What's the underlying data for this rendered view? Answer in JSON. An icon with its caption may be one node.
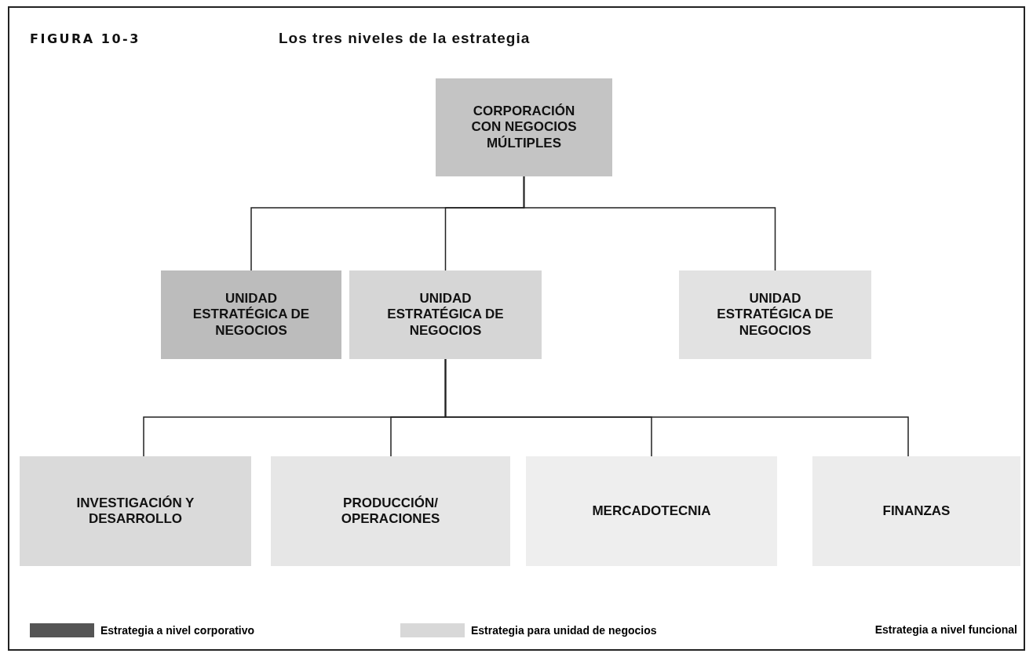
{
  "diagram": {
    "title": "Los tres niveles de la estrategia",
    "nodes": [
      {
        "text": [
          "CORPORACIÓN CON NEGOCIOS MÚLTIPLES"
        ]
      },
      {
        "text": [
          "UNIDAD ESTRATÉGICA DE NEGOCIOS"
        ]
      },
      {
        "text": [
          "UNIDAD ESTRATÉGICA DE NEGOCIOS"
        ]
      },
      {
        "text": [
          "UNIDAD ESTRATÉGICA DE NEGOCIOS"
        ]
      },
      {
        "text": [
          "INVESTIGACIÓN Y DESARROLLO"
        ]
      },
      {
        "text": [
          "PRODUCCIÓN/ OPERACIONES"
        ]
      },
      {
        "text": [
          "MERCADOTECNIA"
        ]
      },
      {
        "text": [
          "FINANZAS"
        ]
      }
    ],
    "edges": [
      {
        "from": 0,
        "to": 1,
        "arrow": "none"
      },
      {
        "from": 0,
        "to": 2,
        "arrow": "none"
      },
      {
        "from": 0,
        "to": 3,
        "arrow": "none"
      },
      {
        "from": 2,
        "to": 4,
        "arrow": "none"
      },
      {
        "from": 2,
        "to": 5,
        "arrow": "none"
      },
      {
        "from": 2,
        "to": 6,
        "arrow": "none"
      },
      {
        "from": 2,
        "to": 7,
        "arrow": "none"
      }
    ],
    "labels": [
      "FIGURA 10-3"
    ],
    "legend": [
      {
        "text": "Estrategia a nivel corporativo",
        "color": "#555555"
      },
      {
        "text": "Estrategia para unidad de negocios",
        "color": "#d8d8d8"
      },
      {
        "text": "Estrategia a nivel funcional"
      }
    ]
  }
}
